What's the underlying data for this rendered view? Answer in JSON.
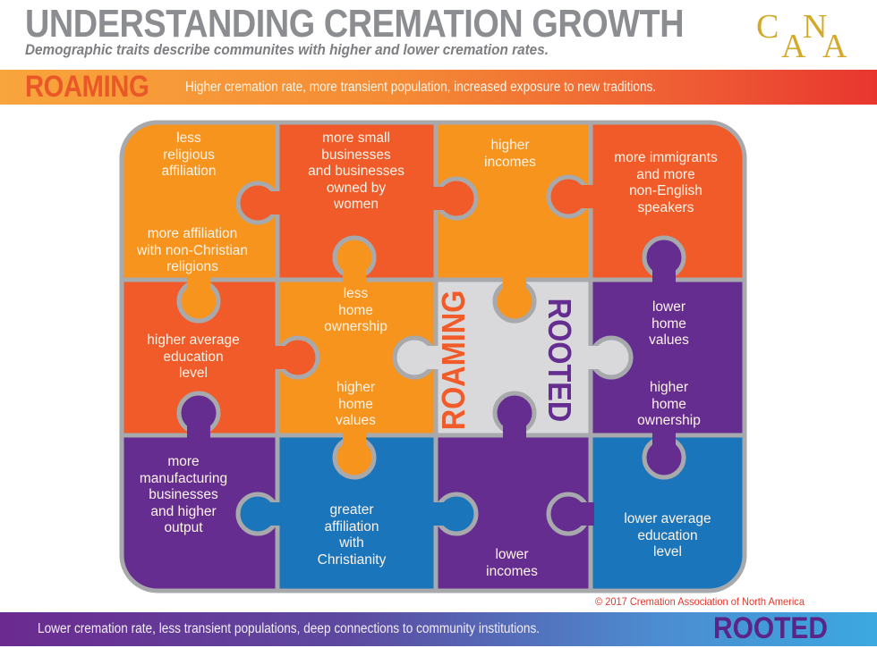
{
  "header": {
    "title": "UNDERSTANDING CREMATION GROWTH",
    "subtitle": "Demographic traits describe communites with higher and lower cremation rates.",
    "logo": {
      "letters": [
        "C",
        "A",
        "N",
        "A"
      ],
      "color": "#d4a92a"
    }
  },
  "roaming_banner": {
    "label": "ROAMING",
    "description": "Higher cremation rate, more transient population, increased exposure to new traditions.",
    "color": "#ea5828"
  },
  "rooted_banner": {
    "label": "ROOTED",
    "description": "Lower cremation rate, less transient populations, deep connections to community institutions.",
    "color": "#5b2488"
  },
  "copyright": "© 2017 Cremation Association of North America",
  "colors": {
    "orange": "#f7941d",
    "red": "#f15a29",
    "purple": "#662d91",
    "blue": "#1b75bb",
    "grey": "#d9d9db",
    "outline": "#a7a9ac"
  },
  "center_piece": {
    "left_label": "ROAMING",
    "right_label": "ROOTED"
  },
  "pieces": [
    {
      "row": 0,
      "col": 0,
      "color": "orange",
      "texts": [
        "less\nreligious\naffiliation",
        "more affiliation\nwith non-Christian\nreligions"
      ]
    },
    {
      "row": 0,
      "col": 1,
      "color": "red",
      "texts": [
        "more small\nbusinesses\nand businesses\nowned by\nwomen"
      ]
    },
    {
      "row": 0,
      "col": 2,
      "color": "orange",
      "texts": [
        "higher\nincomes"
      ]
    },
    {
      "row": 0,
      "col": 3,
      "color": "red",
      "texts": [
        "more immigrants\nand more\nnon-English\nspeakers"
      ]
    },
    {
      "row": 1,
      "col": 0,
      "color": "red",
      "texts": [
        "higher average\neducation\nlevel"
      ]
    },
    {
      "row": 1,
      "col": 1,
      "color": "orange",
      "texts": [
        "less\nhome\nownership",
        "higher\nhome\nvalues"
      ]
    },
    {
      "row": 1,
      "col": 2,
      "color": "grey",
      "texts": []
    },
    {
      "row": 1,
      "col": 3,
      "color": "purple",
      "texts": [
        "lower\nhome\nvalues",
        "higher\nhome\nownership"
      ]
    },
    {
      "row": 2,
      "col": 0,
      "color": "purple",
      "texts": [
        "more\nmanufacturing\nbusinesses\nand higher\noutput"
      ]
    },
    {
      "row": 2,
      "col": 1,
      "color": "blue",
      "texts": [
        "greater\naffiliation\nwith\nChristianity"
      ]
    },
    {
      "row": 2,
      "col": 2,
      "color": "purple",
      "texts": [
        "lower\nincomes"
      ]
    },
    {
      "row": 2,
      "col": 3,
      "color": "blue",
      "texts": [
        "lower average\neducation\nlevel"
      ]
    }
  ]
}
